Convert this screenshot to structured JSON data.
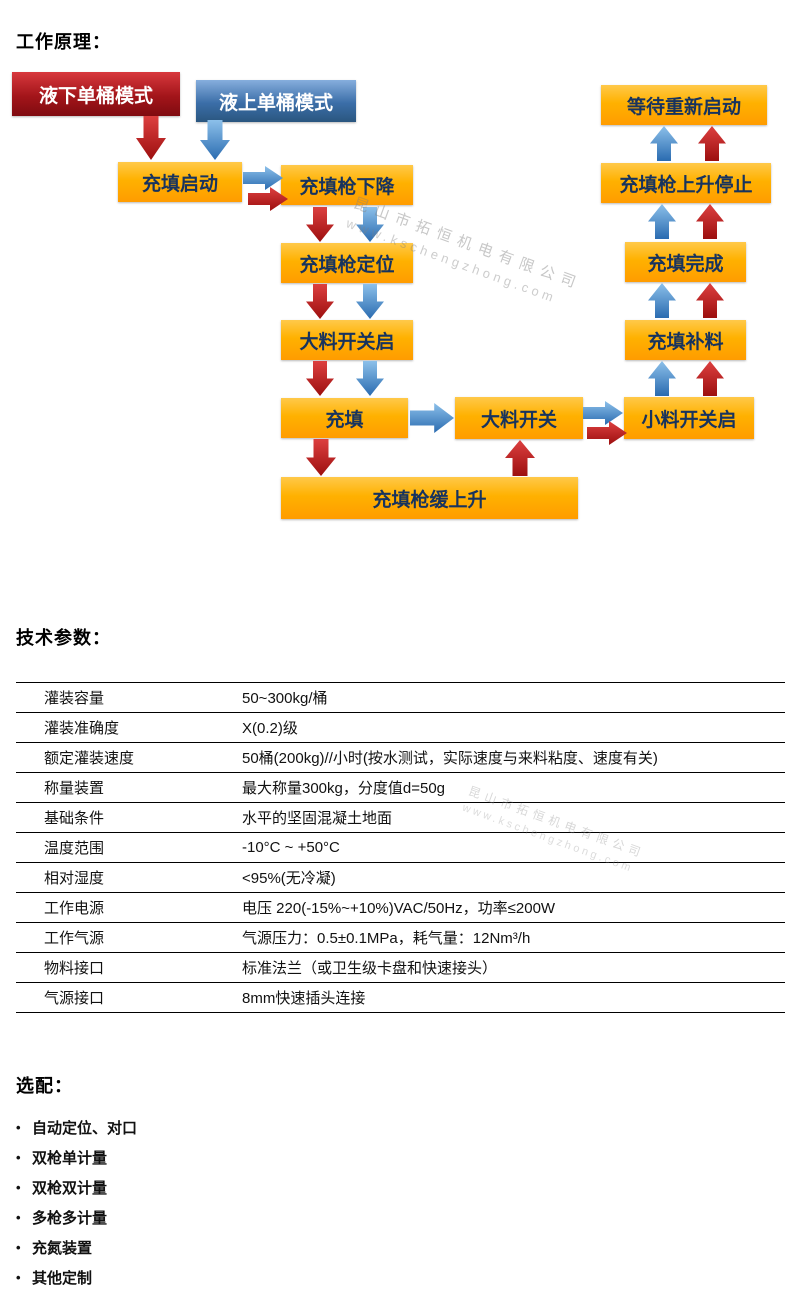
{
  "headings": {
    "principle": "工作原理：",
    "specs": "技术参数：",
    "options": "选配："
  },
  "flowchart": {
    "colors": {
      "red_box": "#9c1016",
      "blue_box": "#2d5f97",
      "orange_box": "#ffae00",
      "red_arrow": "#9c0f0f",
      "blue_arrow": "#2a6bb0",
      "box_text": "#17335e"
    },
    "boxes": {
      "mode_sub": "液下单桶模式",
      "mode_above": "液上单桶模式",
      "fill_start": "充填启动",
      "gun_down": "充填枪下降",
      "gun_position": "充填枪定位",
      "big_valve_open": "大料开关启",
      "fill": "充填",
      "big_valve": "大料开关",
      "gun_slow_up": "充填枪缓上升",
      "small_valve_open": "小料开关启",
      "fill_refill": "充填补料",
      "fill_done": "充填完成",
      "gun_up_stop": "充填枪上升停止",
      "wait_restart": "等待重新启动"
    }
  },
  "watermark": {
    "line1": "昆山市拓恒机电有限公司",
    "line2": "www.kschengzhong.com"
  },
  "specs": {
    "rows": [
      {
        "label": "灌装容量",
        "value": "50~300kg/桶"
      },
      {
        "label": "灌装准确度",
        "value": "X(0.2)级"
      },
      {
        "label": "额定灌装速度",
        "value": "50桶(200kg)//小时(按水测试，实际速度与来料粘度、速度有关)"
      },
      {
        "label": "称量装置",
        "value": "最大称量300kg，分度值d=50g"
      },
      {
        "label": "基础条件",
        "value": "水平的坚固混凝土地面"
      },
      {
        "label": "温度范围",
        "value": "-10°C ~ +50°C"
      },
      {
        "label": "相对湿度",
        "value": "<95%(无冷凝)"
      },
      {
        "label": "工作电源",
        "value": "电压 220(-15%~+10%)VAC/50Hz，功率≤200W"
      },
      {
        "label": "工作气源",
        "value": "气源压力：0.5±0.1MPa，耗气量：12Nm³/h"
      },
      {
        "label": "物料接口",
        "value": "标准法兰（或卫生级卡盘和快速接头）"
      },
      {
        "label": "气源接口",
        "value": "8mm快速插头连接"
      }
    ]
  },
  "options": {
    "bullet": "•",
    "items": [
      "自动定位、对口",
      "双枪单计量",
      "双枪双计量",
      "多枪多计量",
      "充氮装置",
      "其他定制"
    ]
  }
}
